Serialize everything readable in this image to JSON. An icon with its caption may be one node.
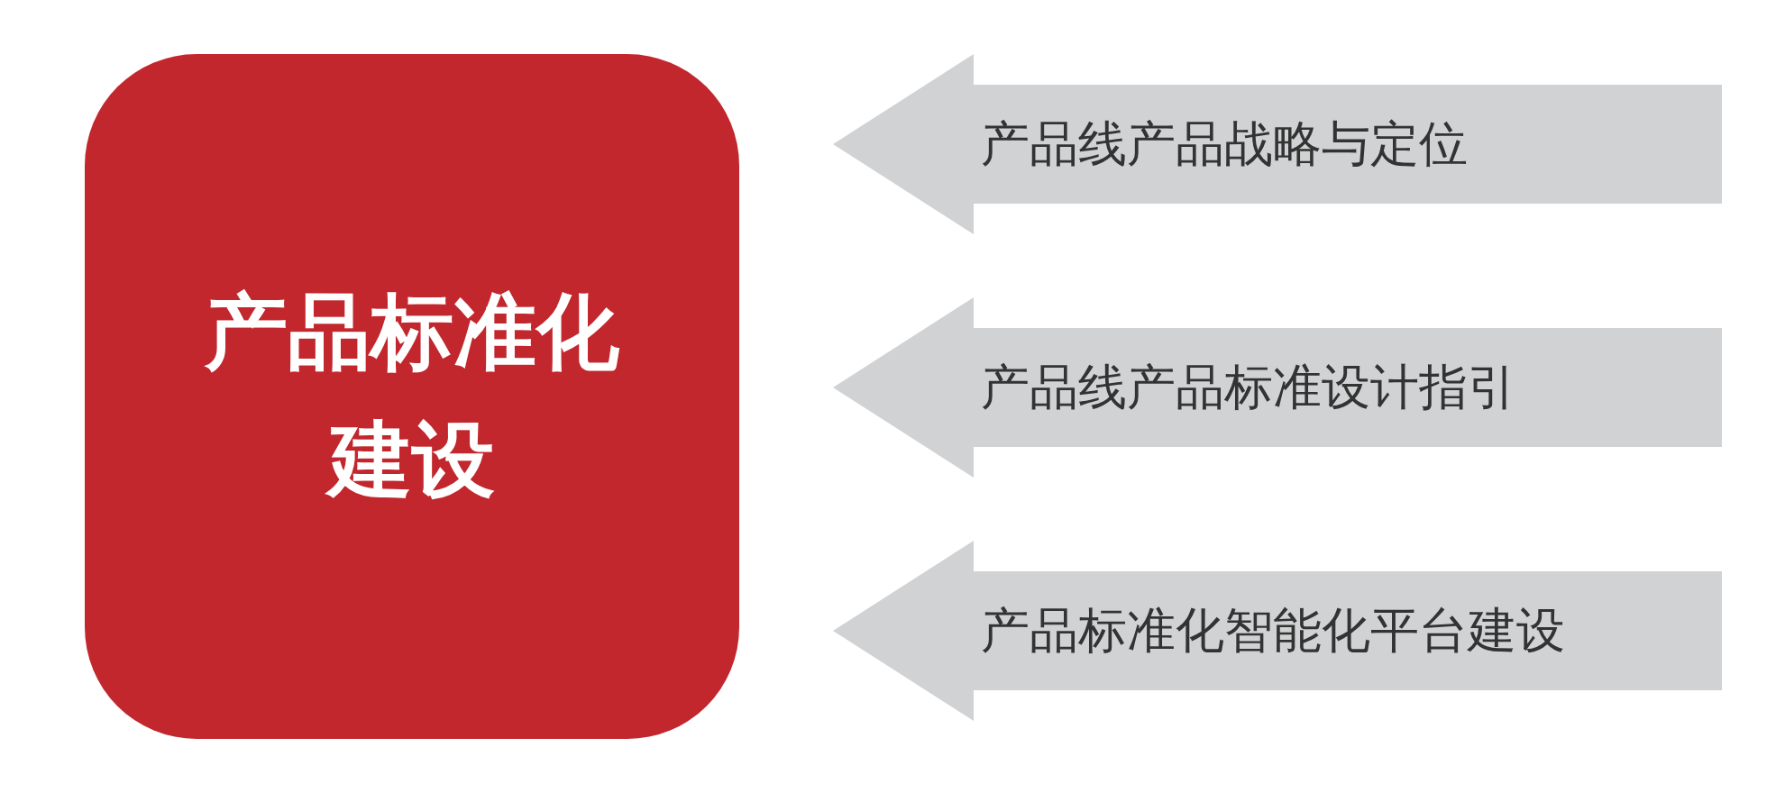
{
  "diagram": {
    "nodes": [
      {
        "text": [
          "产品标准化建设"
        ]
      },
      {
        "text": [
          "产品线产品战略与定位"
        ]
      },
      {
        "text": [
          "产品线产品标准设计指引"
        ]
      },
      {
        "text": [
          "产品标准化智能化平台建设"
        ]
      }
    ]
  }
}
